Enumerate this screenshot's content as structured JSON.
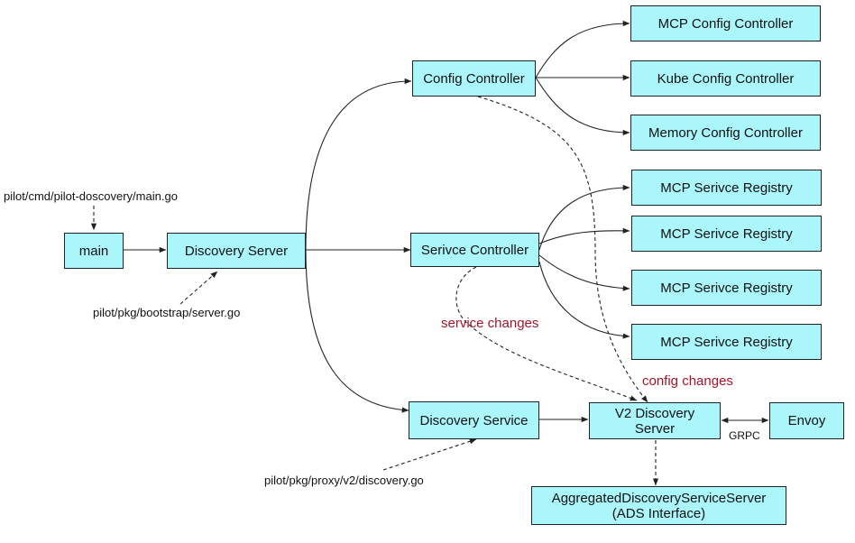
{
  "nodes": {
    "main": "main",
    "discovery_server": "Discovery Server",
    "config_controller": "Config Controller",
    "service_controller": "Serivce Controller",
    "discovery_service": "Discovery Service",
    "mcp_config_controller": "MCP Config Controller",
    "kube_config_controller": "Kube Config Controller",
    "memory_config_controller": "Memory Config Controller",
    "registries": [
      "MCP Serivce Registry",
      "MCP Serivce Registry",
      "MCP Serivce Registry",
      "MCP Serivce Registry"
    ],
    "v2_discovery_server": "V2 Discovery\nServer",
    "envoy": "Envoy",
    "ads": "AggregatedDiscoveryServiceServer\n(ADS Interface)"
  },
  "notes": {
    "main_go": "pilot/cmd/pilot-doscovery/main.go",
    "server_go": "pilot/pkg/bootstrap/server.go",
    "discovery_go": "pilot/pkg/proxy/v2/discovery.go",
    "service_changes": "service changes",
    "config_changes": "config changes",
    "grpc": "GRPC"
  },
  "colors": {
    "node_fill": "#aaf6fb",
    "change_label": "#a3142a"
  }
}
